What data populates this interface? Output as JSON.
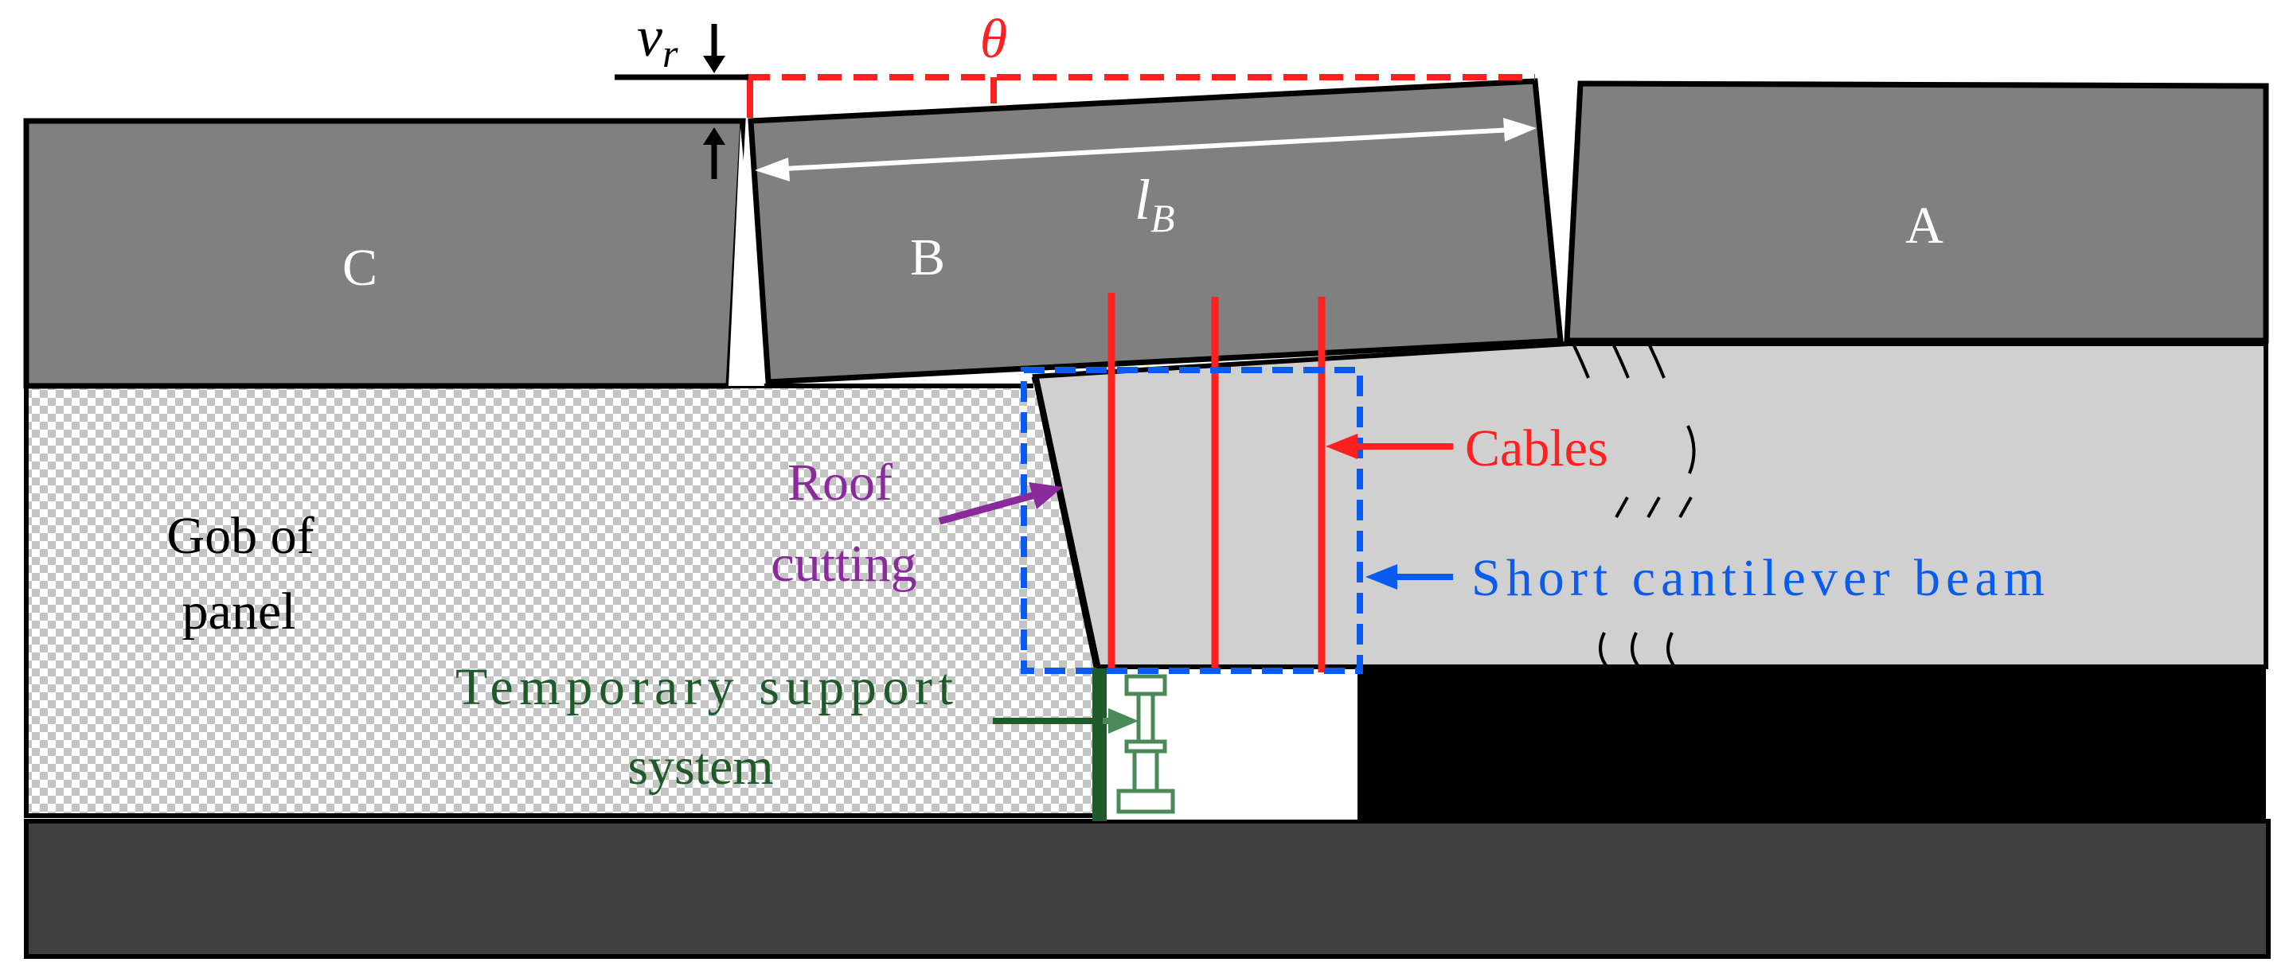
{
  "blocks": {
    "c": "C",
    "b": "B",
    "a": "A"
  },
  "symbols": {
    "vr_main": "v",
    "vr_sub": "r",
    "theta": "θ",
    "lb_main": "l",
    "lb_sub": "B"
  },
  "labels": {
    "gob_line1": "Gob of",
    "gob_line2": "panel",
    "roof_line1": "Roof",
    "roof_line2": "cutting",
    "cables": "Cables",
    "beam": "Short cantilever beam",
    "support_line1": "Temporary support",
    "support_line2": "system"
  },
  "colors": {
    "upper_block": "#808080",
    "floor": "#404040",
    "immediate_roof": "#d0d0d0",
    "coal": "#000000",
    "red": "#ff2020",
    "blue": "#0a5cf0",
    "purple": "#8a2a9c",
    "green": "#1e5a2a",
    "support": "#4a8a5a"
  }
}
